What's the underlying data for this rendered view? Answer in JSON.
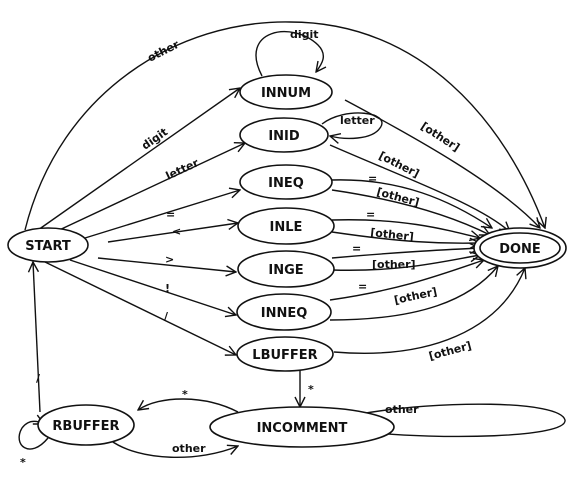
{
  "colors": {
    "stroke": "#111111",
    "background": "#ffffff"
  },
  "nodes": {
    "start": "START",
    "innum": "INNUM",
    "inid": "INID",
    "ineq": "INEQ",
    "inle": "INLE",
    "inge": "INGE",
    "inneq": "INNEQ",
    "lbuffer": "LBUFFER",
    "incomment": "INCOMMENT",
    "rbuffer": "RBUFFER",
    "done": "DONE"
  },
  "edges": {
    "start_done": "other",
    "start_innum": "digit",
    "start_inid": "letter",
    "start_ineq": "=",
    "start_inle": "<",
    "start_inge": ">",
    "start_inneq": "!",
    "start_lbuffer": "/",
    "innum_loop": "digit",
    "inid_loop": "letter",
    "innum_done": "[other]",
    "inid_done": "[other]",
    "ineq_done_eq": "=",
    "ineq_done_other": "[other]",
    "inle_done_eq": "=",
    "inle_done_other": "[other]",
    "inge_done_eq": "=",
    "inge_done_other": "[other]",
    "inneq_done_eq": "=",
    "inneq_done_other": "[other]",
    "lbuffer_done": "[other]",
    "lbuffer_incomment": "*",
    "incomment_loop": "other",
    "incomment_rbuffer": "*",
    "rbuffer_incomment": "other",
    "rbuffer_loop": "*",
    "rbuffer_start": "/"
  }
}
